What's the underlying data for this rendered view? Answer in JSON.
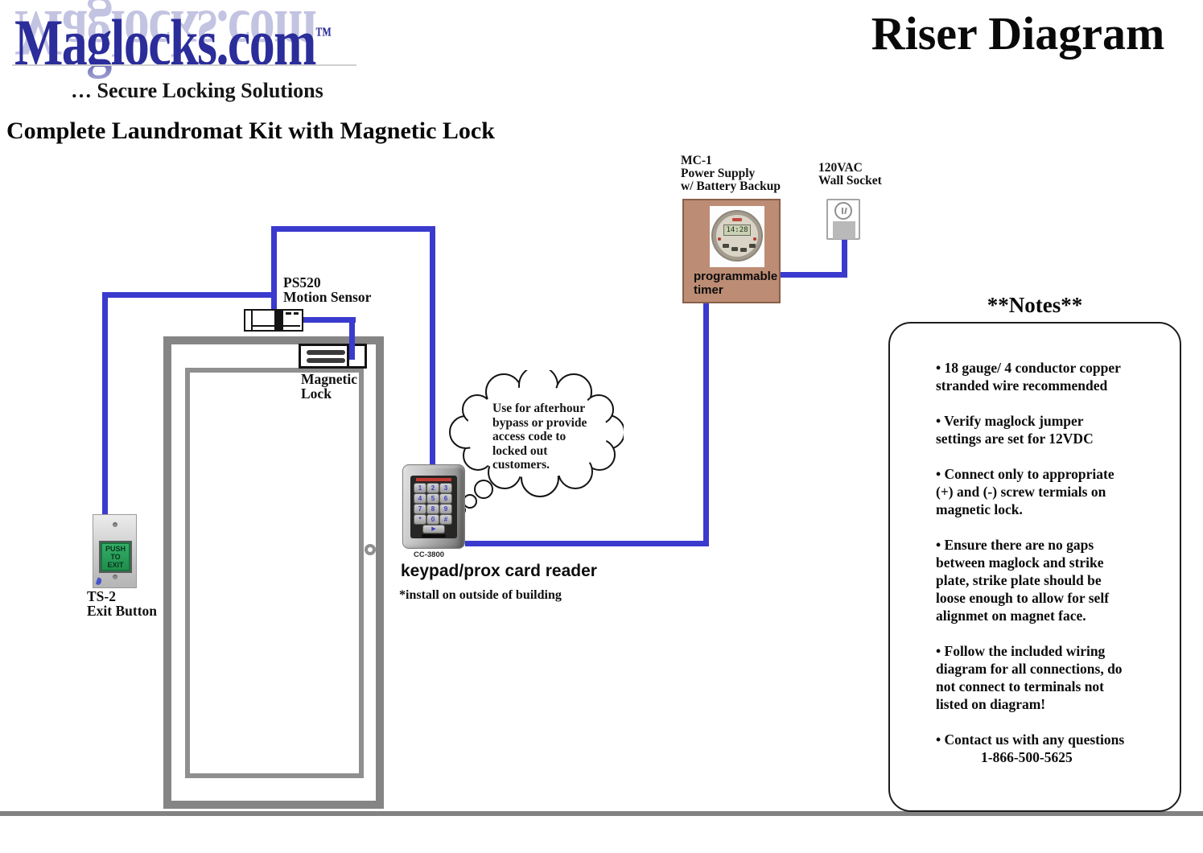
{
  "header": {
    "logo_text": "Maglocks.com",
    "logo_tm": "™",
    "tagline": "… Secure Locking Solutions",
    "title": "Riser Diagram",
    "subtitle": "Complete Laundromat Kit with Magnetic Lock"
  },
  "devices": {
    "power_supply": {
      "label": "MC-1\nPower Supply\nw/ Battery Backup",
      "inner_label": "programmable\ntimer",
      "timer_display": "14:28"
    },
    "wall_socket": {
      "label": "120VAC\nWall Socket"
    },
    "motion_sensor": {
      "label": "PS520\nMotion Sensor"
    },
    "magnetic_lock": {
      "label": "Magnetic\nLock"
    },
    "exit_button": {
      "button_text": "PUSH\nTO\nEXIT",
      "label": "TS-2\nExit Button"
    },
    "keypad": {
      "model": "CC-3800",
      "keys": [
        "1",
        "2",
        "3",
        "4",
        "5",
        "6",
        "7",
        "8",
        "9",
        "*",
        "0",
        "#"
      ],
      "function_key": "▶",
      "title": "keypad/prox card reader",
      "note": "*install on outside of building"
    }
  },
  "thought_bubble": {
    "text": "Use for afterhour\nbypass or provide\naccess code to\nlocked out\ncustomers."
  },
  "notes": {
    "title": "**Notes**",
    "bullets": [
      "• 18 gauge/ 4 conductor copper\nstranded wire recommended",
      "• Verify maglock jumper\nsettings are set for 12VDC",
      "• Connect only to appropriate\n(+) and (-) screw termials on\nmagnetic lock.",
      "• Ensure there are no gaps\nbetween maglock and strike\nplate, strike plate should be\nloose enough to allow for self\nalignmet on magnet face.",
      "• Follow the included wiring\ndiagram for all connections, do\nnot connect to terminals not\nlisted on diagram!",
      "• Contact us with any questions"
    ],
    "phone": "1-866-500-5625"
  },
  "colors": {
    "wire_blue": "#3a3ace",
    "door_gray": "#858585",
    "power_box_brown": "#bc8d74",
    "logo_blue": "#2b2d9a",
    "exit_button_green": "#2aa45c",
    "keypad_led_red": "#c23a32"
  }
}
